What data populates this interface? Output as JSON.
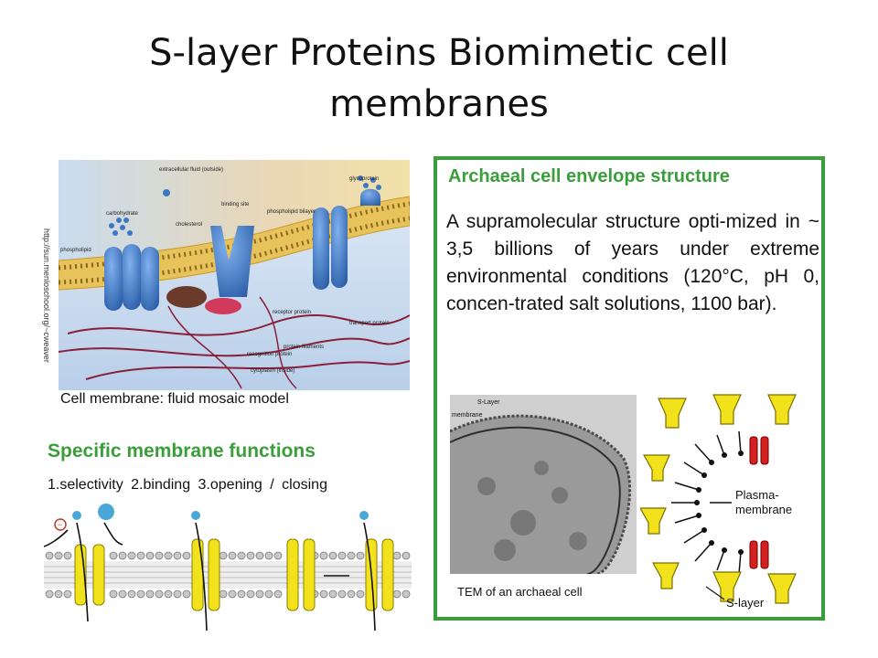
{
  "slide": {
    "title": "S-layer Proteins Biomimetic cell membranes"
  },
  "cell_membrane_figure": {
    "caption": "Cell membrane:  fluid mosaic model",
    "credit": "http://sun.menloschool.org/~cweaver",
    "labels": {
      "extracellular": "extracellular fluid (outside)",
      "glycoprotein": "glycoprotein",
      "binding_site": "binding site",
      "phospholipid_bilayer": "phospholipid bilayer",
      "carbohydrate": "carbohydrate",
      "cholesterol": "cholesterol",
      "phospholipid": "phospholipid",
      "receptor_protein": "receptor protein",
      "recognition_protein": "recognition protein",
      "protein_filaments": "protein filaments",
      "transport_protein": "transport protein",
      "cytoplasm": "cytoplasm (inside)"
    }
  },
  "functions": {
    "title": "Specific membrane functions",
    "list": "1.selectivity  2.binding  3.opening / closing"
  },
  "archaeal": {
    "title": "Archaeal cell envelope structure",
    "body": "A supramolecular structure opti-mized in ~ 3,5 billions of years under extreme environmental conditions (120°C, pH 0, concen-trated salt solutions, 1100 bar).",
    "tem_caption": "TEM of an archaeal cell",
    "tem_label_slayer": "S-Layer",
    "tem_label_membrane": "membrane",
    "diagram_label_plasma": "Plasma-",
    "diagram_label_membrane": "membrane",
    "diagram_label_slayer": "S-layer"
  },
  "colors": {
    "accent_green": "#3a9e3a",
    "protein_yellow": "#f2e21b",
    "channel_red": "#d62020",
    "protein_blue": "#3a78c8"
  }
}
